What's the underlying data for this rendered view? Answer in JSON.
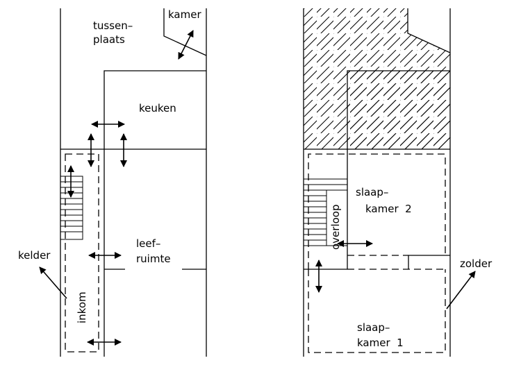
{
  "left_plan": {
    "labels": {
      "tussenplaats_1": "tussen–",
      "tussenplaats_2": "plaats",
      "kamer": "kamer",
      "keuken": "keuken",
      "leefruimte_1": "leef–",
      "leefruimte_2": "ruimte",
      "kelder": "kelder",
      "inkom": "inkom"
    }
  },
  "right_plan": {
    "labels": {
      "slaapkamer2_1": "slaap–",
      "slaapkamer2_2": "kamer  2",
      "overloop": "overloop",
      "zolder": "zolder",
      "slaapkamer1_1": "slaap–",
      "slaapkamer1_2": "kamer  1"
    }
  },
  "colors": {
    "line": "#000000",
    "background": "#ffffff"
  }
}
